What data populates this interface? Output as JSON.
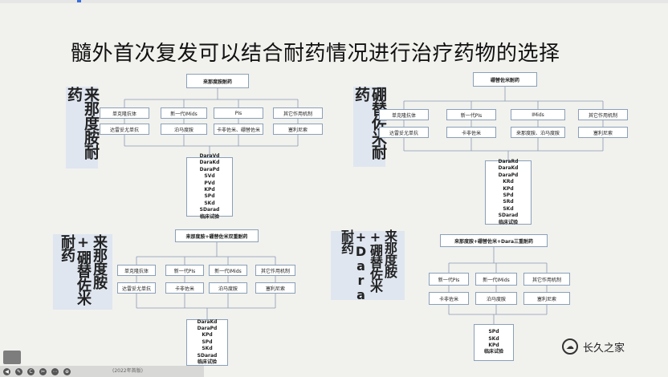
{
  "title": "髓外首次复发可以结合耐药情况进行治疗药物的选择",
  "labels": {
    "l1": "来那度胺耐药",
    "l2": "硼替佐米耐药",
    "l3": "来那度胺+硼替佐米耐药",
    "l4": "来那度胺+硼替佐米+Dara耐药"
  },
  "trees": {
    "t1": {
      "root": "来那度胺耐药",
      "cats": [
        "单克隆抗体",
        "新一代IMids",
        "PIs",
        "其它作用机制"
      ],
      "subs": [
        "达雷妥尤单抗",
        "泊马度胺",
        "卡非佐米、硼替佐米",
        "塞利尼索"
      ],
      "results": [
        "DaraVd",
        "DaraKd",
        "DaraPd",
        "SVd",
        "PVd",
        "KPd",
        "SPd",
        "SKd",
        "SDarad",
        "临床试验"
      ]
    },
    "t2": {
      "root": "硼替佐米耐药",
      "cats": [
        "单克隆抗体",
        "新一代PIs",
        "IMids",
        "其它作用机制"
      ],
      "subs": [
        "达雷妥尤单抗",
        "卡非佐米",
        "来那度胺、泊马度胺",
        "塞利尼索"
      ],
      "results": [
        "DaraRd",
        "DaraKd",
        "DaraPd",
        "KRd",
        "KPd",
        "SPd",
        "SRd",
        "SKd",
        "SDarad",
        "临床试验"
      ]
    },
    "t3": {
      "root": "来那度胺+硼替佐米双重耐药",
      "cats": [
        "单克隆抗体",
        "新一代PIs",
        "新一代IMids",
        "其它作用机制"
      ],
      "subs": [
        "达雷妥尤单抗",
        "卡非佐米",
        "泊马度胺",
        "塞利尼索"
      ],
      "results": [
        "DaraKd",
        "DaraPd",
        "KPd",
        "SPd",
        "SKd",
        "SDarad",
        "临床试验"
      ]
    },
    "t4": {
      "root": "来那度胺+硼替佐米+Dara三重耐药",
      "cats": [
        "新一代PIs",
        "新一代IMids",
        "其它作用机制"
      ],
      "subs": [
        "卡非佐米",
        "泊马度胺",
        "塞利尼索"
      ],
      "results": [
        "SPd",
        "SKd",
        "KPd",
        "临床试验"
      ]
    }
  },
  "footer": {
    "note": "(2022年首版)",
    "watermark": "长久之家"
  },
  "icons": [
    "back-icon",
    "pen-icon",
    "cc-icon",
    "cut-icon",
    "more-icon",
    "zoom-icon"
  ]
}
